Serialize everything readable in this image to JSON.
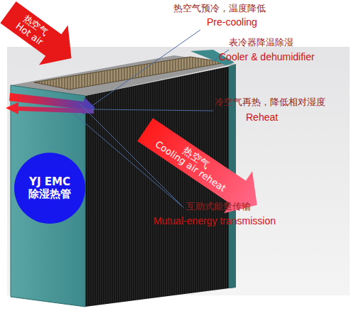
{
  "diagram": {
    "nodes": [
      {
        "text": [
          "热空气",
          "Hot air"
        ]
      },
      {
        "text": [
          "YJ EMC 除湿热管"
        ]
      },
      {
        "text": [
          "热空气",
          "Cooling air reheat"
        ]
      }
    ],
    "labels": [
      "热空气预冷，温度降低",
      "Pre-cooling",
      "表冷器降温除湿",
      "Cooler & dehumidifier",
      "冷空气再热，降低相对湿度",
      "Reheat",
      "互助式能量传输",
      "Mutual-energy transmission"
    ]
  }
}
